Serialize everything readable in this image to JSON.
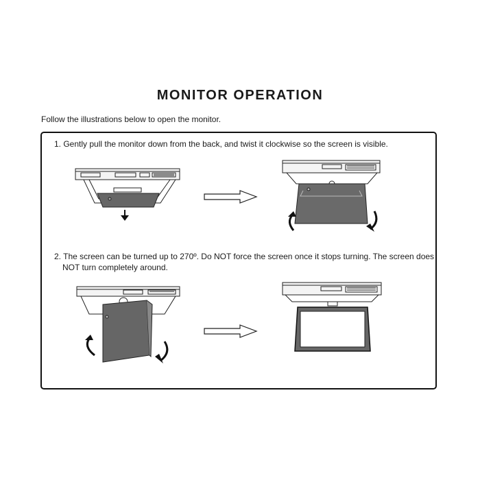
{
  "heading": "MONITOR OPERATION",
  "intro": "Follow the illustrations below to open the monitor.",
  "steps": [
    {
      "text": "1. Gently pull the monitor down from the back, and twist it clockwise so the screen is visible."
    },
    {
      "text": "2. The screen can be turned up to 270º. Do NOT force the screen once it stops turning. The screen does NOT turn completely around."
    }
  ],
  "icons": {
    "arrow": "right-arrow-icon",
    "rotate": "rotate-arrow-icon",
    "down": "down-arrow-icon"
  }
}
